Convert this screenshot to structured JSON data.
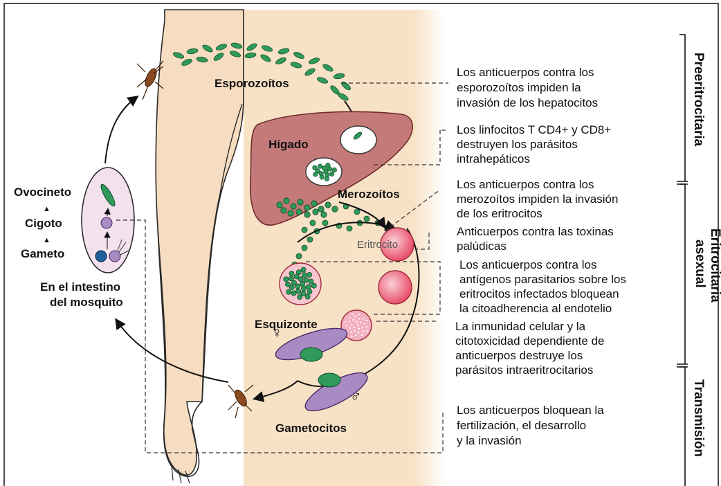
{
  "labels": {
    "sporozoites": "Esporozoítos",
    "liver": "Hígado",
    "merozoites": "Merozoítos",
    "erythrocyte": "Eritrocito",
    "schizont": "Esquizonte",
    "gametocytes": "Gametocitos",
    "ookinete": "Ovocineto",
    "zygote": "Cigoto",
    "gamete": "Gameto",
    "mosquito_gut_1": "En el intestino",
    "mosquito_gut_2": "del mosquito",
    "female_symbol": "♀",
    "male_symbol": "♂"
  },
  "notes": {
    "n1": [
      "Los anticuerpos contra los",
      "esporozoítos impiden la",
      "invasión de los hepatocitos"
    ],
    "n2": [
      "Los linfocitos T CD4+ y CD8+",
      "destruyen los parásitos",
      "intrahepáticos"
    ],
    "n3": [
      "Los anticuerpos contra los",
      "merozoítos impiden la invasión",
      "de los eritrocitos"
    ],
    "n4": [
      "Anticuerpos contra las toxinas",
      "palúdicas"
    ],
    "n5": [
      "Los anticuerpos contra los",
      "antígenos parasitarios sobre los",
      "eritrocitos infectados bloquean",
      "la citoadherencia al endotelio"
    ],
    "n6": [
      "La inmunidad celular y la",
      "citotoxicidad dependiente de",
      "anticuerpos destruye los",
      "parásitos intraeritrocitarios"
    ],
    "n7": [
      "Los anticuerpos bloquean la",
      "fertilización, el desarrollo",
      "y la invasión"
    ]
  },
  "stages": {
    "pre": "Preeritrocitaria",
    "asex_1": "Eritrocitaria",
    "asex_2": "asexual",
    "trans": "Transmisión"
  },
  "colors": {
    "skin": "#f6dcc0",
    "skin_outline": "#2a2a2a",
    "band": "#f8e2c6",
    "liver": "#c47a78",
    "liver_dark": "#8a3a3a",
    "parasite": "#2f9a5a",
    "rbc": "#e8506a",
    "rbc_light": "#f7a8b5",
    "gut": "#f3e2ee",
    "gametocyte": "#a98bc4"
  }
}
